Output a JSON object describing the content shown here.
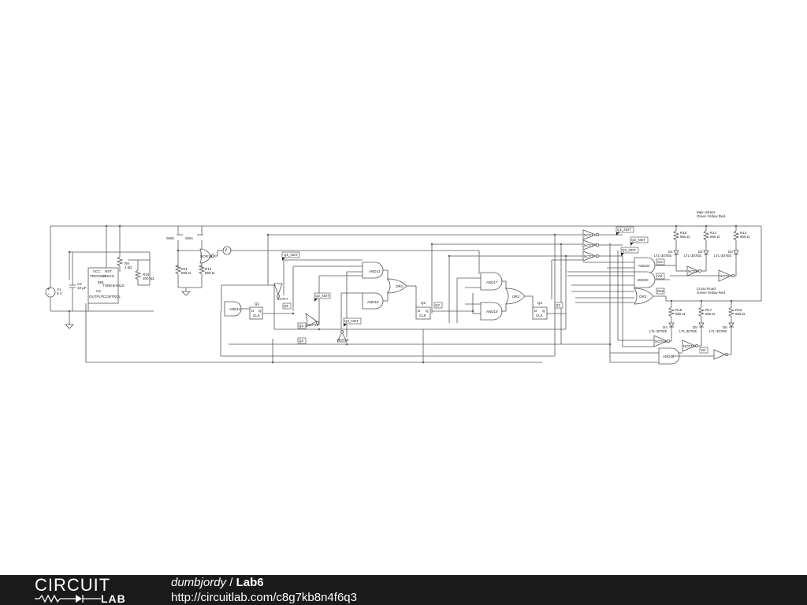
{
  "footer": {
    "brand_top": "CIRCUIT",
    "brand_bottom": "LAB",
    "author": "dumbjordy",
    "separator": " / ",
    "title": "Lab6",
    "url": "http://circuitlab.com/c8g7kb8n4f6q3"
  },
  "schematic": {
    "timer": {
      "v1": "V1",
      "v1_val": "5 V",
      "c2": "C2",
      "c2_val": "10 µF",
      "r9": "R9",
      "r9_val": "1 kΩ",
      "r10": "R10",
      "r10_val": "200 kΩ",
      "u2": "U2",
      "chip": "555",
      "pin_disch": "DISCH",
      "pin_trig": "TRIGGER",
      "pin_thresh": "THRESHOLD",
      "pin_out": "OUTPUT",
      "pin_ctrl": "CONTROL",
      "pin_vcc": "VCC",
      "pin_rst": "RST"
    },
    "switches": {
      "sw5": "SW5",
      "sw4": "SW4",
      "r11": "R11",
      "r11_val": "869 Ω",
      "r12": "R12",
      "r12_val": "869 Ω",
      "nor": "NOR16",
      "f_node": "f"
    },
    "logic": {
      "and14": "AND14",
      "q1": "Q1",
      "q1_not": "Q1_NOT",
      "not17": "NOT17",
      "q1_tag": "Q1",
      "q2_not": "Q2_NOT",
      "q2_tag": "Q2",
      "not18": "NOT18",
      "q3_not": "Q3_NOT",
      "not19": "NOT19",
      "q3_tag": "Q3",
      "and13": "AND13",
      "and16": "AND16",
      "or1": "OR1",
      "q2": "Q2",
      "q2_tag2": "Q2",
      "and17": "AND17",
      "and18": "AND18",
      "or2": "OR2",
      "q3": "Q3",
      "q3_tag2": "Q3",
      "ff_d": "D",
      "ff_q": "Q",
      "ff_clk": "CLK"
    },
    "outputs": {
      "not1": "NOT1",
      "not2": "NOT2",
      "not3": "NOT3",
      "q1_not": "Q1_NOT",
      "q2_not": "Q2_NOT",
      "q3_not": "Q3_NOT",
      "and24": "AND24",
      "and20": "AND20",
      "or3": "OR3",
      "and22": "AND22",
      "main_street": "Main Street",
      "main_colors": "Green Yellow Red",
      "cross_road": "Cross Road",
      "cross_colors": "Green Yellow Red",
      "r15": "R15",
      "r14": "R14",
      "r13": "R13",
      "r18": "R18",
      "r17": "R17",
      "r16": "R16",
      "r_val": "665 Ω",
      "d1": "D1",
      "d2": "D2",
      "d3": "D3",
      "d4": "D4",
      "d5": "D5",
      "d6": "D6",
      "led_part": "LTL-307EE",
      "grn": "Grn",
      "yel": "Yel",
      "red": "Red",
      "not_a": "NOT8",
      "not_b": "NOT9",
      "not_c": "NOT10",
      "not_d": "NOT11"
    }
  }
}
